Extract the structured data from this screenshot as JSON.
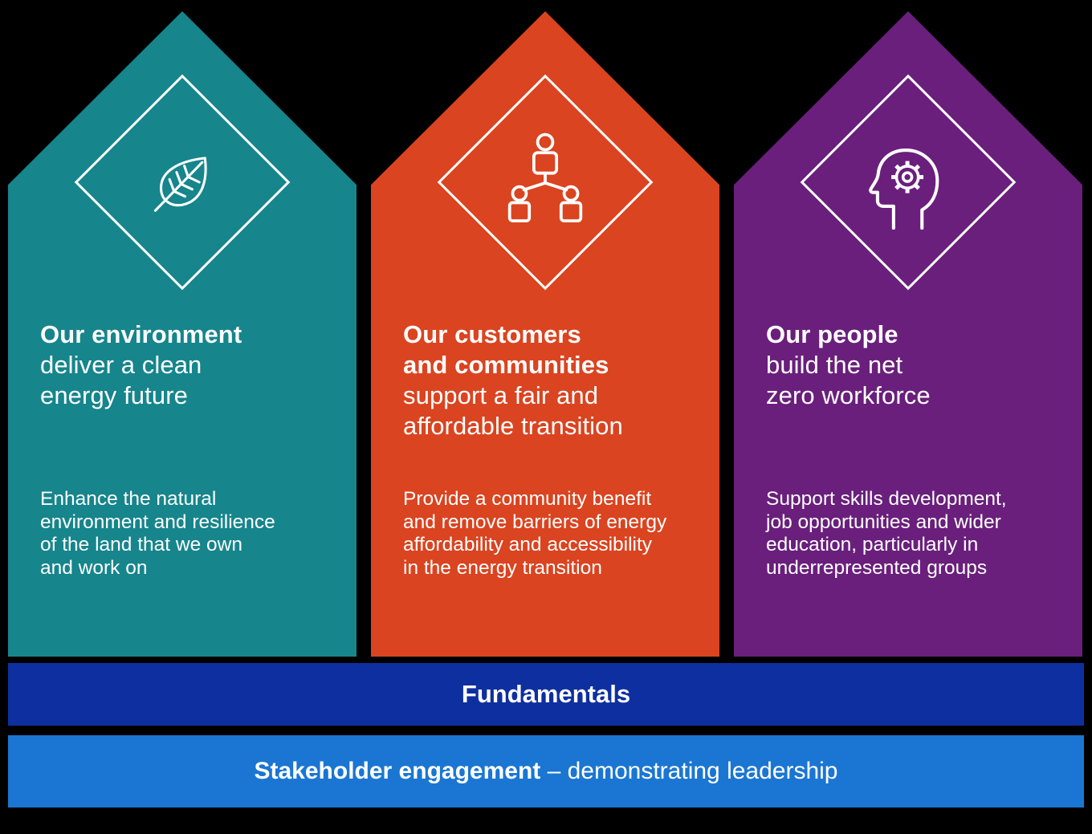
{
  "background": "#000000",
  "pillars": [
    {
      "id": "environment",
      "color": "#16858C",
      "icon": "leaf-icon",
      "title_bold": "Our environment",
      "title_rest": "deliver a clean\nenergy future",
      "body": "Enhance the natural\nenvironment and resilience\nof the land that we own\nand work on"
    },
    {
      "id": "customers-communities",
      "color": "#DA4420",
      "icon": "org-people-icon",
      "title_bold": "Our customers\nand communities",
      "title_rest": "support a fair and\naffordable transition",
      "body": "Provide a community benefit\nand remove barriers of energy\naffordability and accessibility\nin the energy transition"
    },
    {
      "id": "people",
      "color": "#6A1F7C",
      "icon": "head-gear-icon",
      "title_bold": "Our people",
      "title_rest": "build the net\nzero workforce",
      "body": "Support skills development,\njob opportunities and wider\neducation, particularly in\nunderrepresented groups"
    }
  ],
  "bars": [
    {
      "id": "fundamentals",
      "color": "#0E2F9F",
      "bold": "Fundamentals",
      "rest": ""
    },
    {
      "id": "stakeholder-engagement",
      "color": "#1A76D2",
      "bold": "Stakeholder engagement",
      "rest": " – demonstrating leadership"
    }
  ]
}
